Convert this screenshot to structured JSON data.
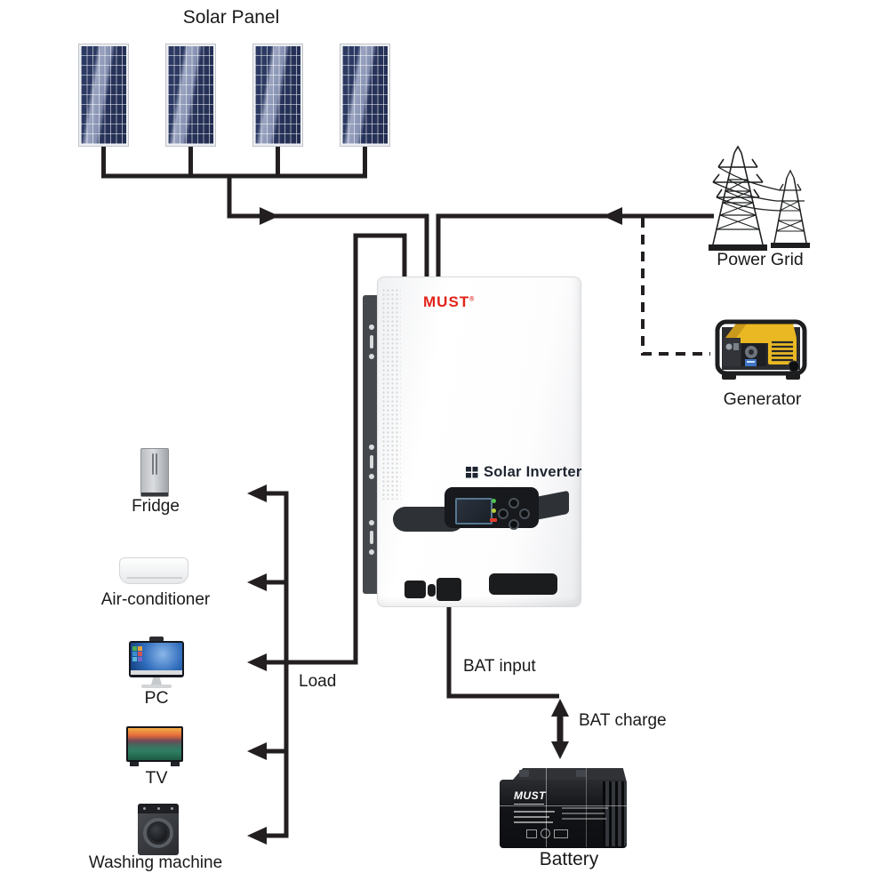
{
  "diagram": {
    "title": "Solar Panel",
    "type": "solar-inverter-system-wiring"
  },
  "solar": {
    "label": "Solar Panel",
    "panel_count": 4
  },
  "power_grid": {
    "label": "Power Grid"
  },
  "generator": {
    "label": "Generator"
  },
  "inverter": {
    "brand": "MUST",
    "reg": "®",
    "product_label": "Solar Inverter"
  },
  "battery": {
    "label": "Battery",
    "brand": "MUST"
  },
  "connections": {
    "load_label": "Load",
    "bat_input_label": "BAT input",
    "bat_charge_label": "BAT charge"
  },
  "appliances": [
    {
      "id": "fridge",
      "label": "Fridge"
    },
    {
      "id": "air-conditioner",
      "label": "Air-conditioner"
    },
    {
      "id": "pc",
      "label": "PC"
    },
    {
      "id": "tv",
      "label": "TV"
    },
    {
      "id": "washing-machine",
      "label": "Washing machine"
    }
  ],
  "icons": {
    "solar-panel": "blue-grid-panel",
    "power-grid": "lattice-pylons",
    "generator": "portable-generator",
    "inverter": "wall-mount-inverter",
    "battery": "lead-acid-battery",
    "fridge": "side-by-side-fridge",
    "air-conditioner": "split-ac-unit",
    "pc": "all-in-one-monitor",
    "tv": "flat-tv",
    "washing-machine": "front-loader"
  },
  "colors": {
    "line": "#231f20",
    "brand_red": "#e2231a",
    "panel_blue": "#2c3a63",
    "generator_yellow": "#e9b822",
    "battery_black": "#121316",
    "display_band": "#17191c"
  }
}
